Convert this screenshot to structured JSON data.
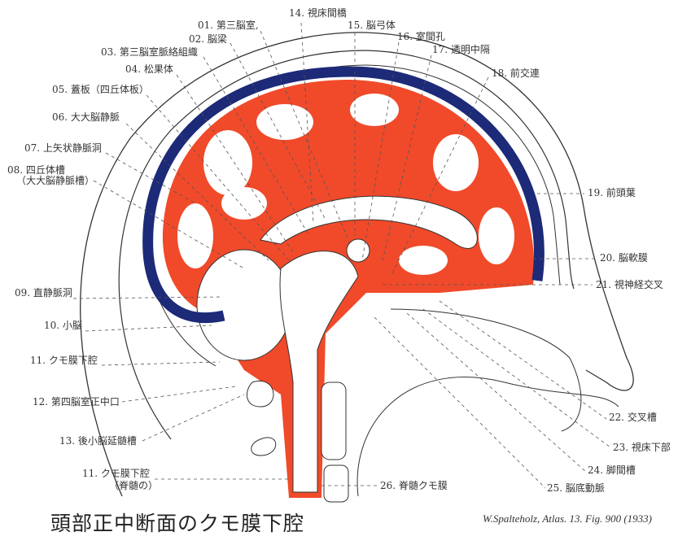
{
  "title": "頭部正中断面のクモ膜下腔",
  "citation": "W.Spalteholz, Atlas. 13. Fig. 900 (1933)",
  "colors": {
    "subarachnoid": "#f04a2a",
    "sinus": "#1c2a78",
    "line": "#333333"
  },
  "labels": {
    "l01": "01. 第三脳室,",
    "l02": "02. 脳梁",
    "l03": "03. 第三脳室脈絡組織",
    "l04": "04. 松果体",
    "l05": "05. 蓋板（四丘体板）",
    "l06": "06. 大大脳静脈",
    "l07": "07. 上矢状静脈洞",
    "l08a": "08. 四丘体槽",
    "l08b": "（大大脳静脈槽）",
    "l09": "09. 直静脈洞",
    "l10": "10. 小脳",
    "l11": "11. クモ膜下腔",
    "l12": "12. 第四脳室正中口",
    "l13": "13. 後小脳延髄槽",
    "l11ba": "11. クモ膜下腔",
    "l11bb": "（脊髄の）",
    "l14": "14. 視床間橋",
    "l15": "15. 脳弓体",
    "l16": "16. 室間孔",
    "l17": "17. 透明中隔",
    "l18": "18. 前交連",
    "l19": "19. 前頭葉",
    "l20": "20. 脳軟膜",
    "l21": "21. 視神経交叉",
    "l22": "22. 交叉槽",
    "l23": "23. 視床下部",
    "l24": "24. 脚間槽",
    "l25": "25. 脳底動脈",
    "l26": "26. 脊髄クモ膜"
  }
}
